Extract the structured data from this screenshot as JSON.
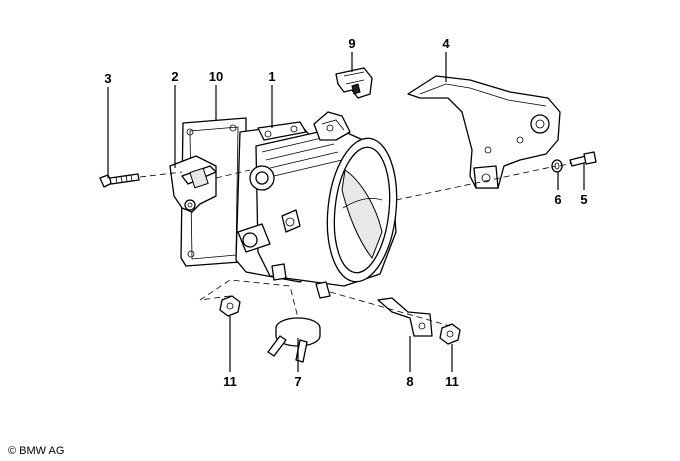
{
  "diagram": {
    "callouts": [
      {
        "id": "c1",
        "label": "1"
      },
      {
        "id": "c2",
        "label": "2"
      },
      {
        "id": "c3",
        "label": "3"
      },
      {
        "id": "c4",
        "label": "4"
      },
      {
        "id": "c5",
        "label": "5"
      },
      {
        "id": "c6",
        "label": "6"
      },
      {
        "id": "c7",
        "label": "7"
      },
      {
        "id": "c8",
        "label": "8"
      },
      {
        "id": "c9",
        "label": "9"
      },
      {
        "id": "c10",
        "label": "10"
      },
      {
        "id": "c11a",
        "label": "11"
      },
      {
        "id": "c11b",
        "label": "11"
      }
    ]
  },
  "footer": {
    "copyright": "© BMW AG"
  }
}
